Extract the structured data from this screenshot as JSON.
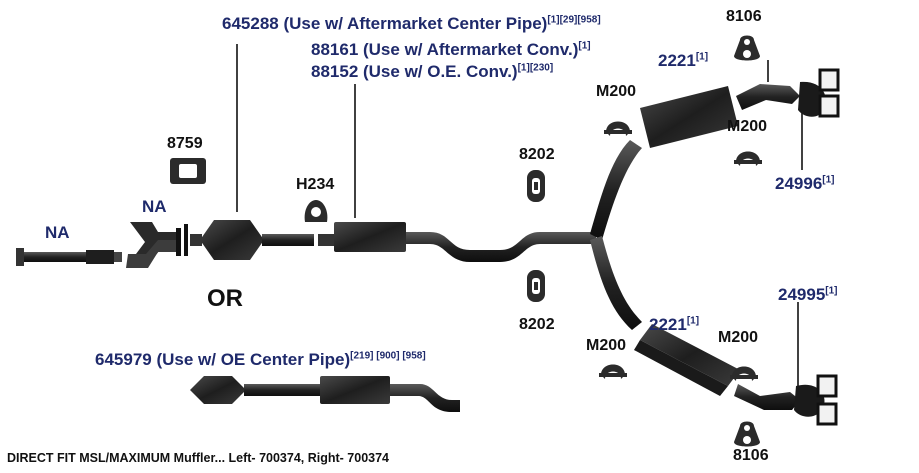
{
  "diagram": {
    "labels": {
      "na_left": "NA",
      "na_right": "NA",
      "part_8759": "8759",
      "h234": "H234",
      "center_pipe_aftermarket": "645288 (Use w/ Aftermarket Center Pipe)",
      "center_pipe_aftermarket_refs": "[1][29][958]",
      "conv_aftermarket": "88161 (Use w/ Aftermarket Conv.)",
      "conv_aftermarket_refs": "[1]",
      "conv_oe": "88152 (Use w/ O.E. Conv.)",
      "conv_oe_refs": "[1][230]",
      "hanger_upper": "8202",
      "hanger_lower": "8202",
      "clamp_8106_top": "8106",
      "clamp_8106_bottom": "8106",
      "muffler_top": "2221",
      "muffler_top_refs": "[1]",
      "muffler_bottom": "2221",
      "muffler_bottom_refs": "[1]",
      "m200_top_left": "M200",
      "m200_top_right": "M200",
      "m200_bottom_left": "M200",
      "m200_bottom_right": "M200",
      "tip_24996": "24996",
      "tip_24996_refs": "[1]",
      "tip_24995": "24995",
      "tip_24995_refs": "[1]",
      "or": "OR",
      "center_pipe_oe": "645979 (Use w/ OE Center Pipe)",
      "center_pipe_oe_refs": "[219] [900] [958]"
    },
    "footer": "DIRECT FIT MSL/MAXIMUM Muffler... Left- 700374, Right- 700374"
  },
  "colors": {
    "part_fill": "#2b2b2b",
    "label_blue": "#1f2a6b",
    "label_black": "#111111",
    "background": "#ffffff"
  }
}
